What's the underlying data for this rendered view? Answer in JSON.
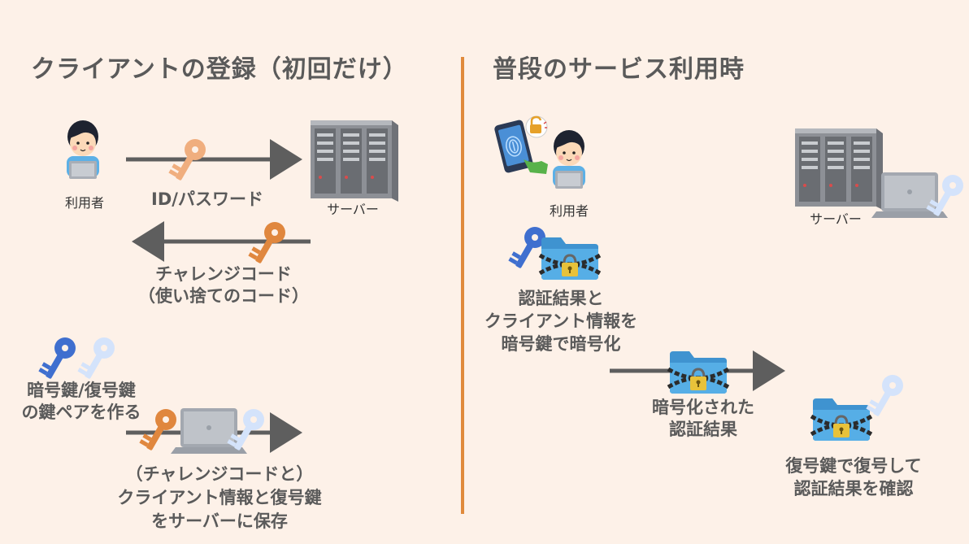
{
  "left": {
    "title": "クライアントの登録（初回だけ）",
    "user_label": "利用者",
    "server_label": "サーバー",
    "step1_caption": "ID/パスワード",
    "step2_caption_line1": "チャレンジコード",
    "step2_caption_line2": "（使い捨てのコード）",
    "step3_caption_line1": "暗号鍵/復号鍵",
    "step3_caption_line2": "の鍵ペアを作る",
    "step4_caption_line1": "（チャレンジコードと）",
    "step4_caption_line2": "クライアント情報と復号鍵",
    "step4_caption_line3": "をサーバーに保存"
  },
  "right": {
    "title": "普段のサービス利用時",
    "user_label": "利用者",
    "server_label": "サーバー",
    "encrypt_caption_line1": "認証結果と",
    "encrypt_caption_line2": "クライアント情報を",
    "encrypt_caption_line3": "暗号鍵で暗号化",
    "transfer_caption_line1": "暗号化された",
    "transfer_caption_line2": "認証結果",
    "verify_caption_line1": "復号鍵で復号して",
    "verify_caption_line2": "認証結果を確認"
  },
  "colors": {
    "background": "#fdf1e8",
    "divider": "#e08a3c",
    "arrow": "#5e5e5e",
    "orange_key": "#e89a5c",
    "dark_blue_key": "#3f6fcf",
    "light_blue_key": "#cfe0fb",
    "folder": "#4ea6e0"
  }
}
